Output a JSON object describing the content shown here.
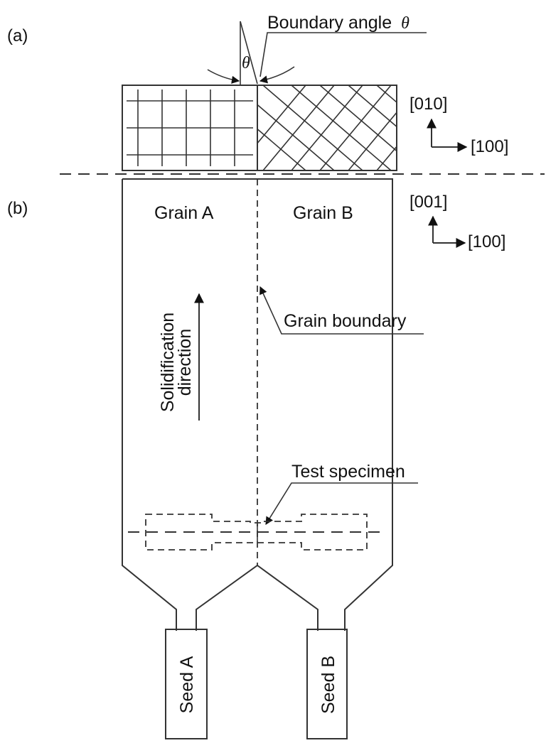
{
  "panels": {
    "a": "(a)",
    "b": "(b)"
  },
  "labels": {
    "boundary_angle": "Boundary angle",
    "theta": "θ",
    "theta_symbol": "θ",
    "grain_a": "Grain A",
    "grain_b": "Grain B",
    "grain_boundary": "Grain boundary",
    "solidification_line1": "Solidification",
    "solidification_line2": "direction",
    "test_specimen": "Test specimen",
    "seed_a": "Seed A",
    "seed_b": "Seed B"
  },
  "axes_top": {
    "vertical": "[010]",
    "horizontal": "[100]"
  },
  "axes_bottom": {
    "vertical": "[001]",
    "horizontal": "[100]"
  },
  "colors": {
    "line": "#333333",
    "text": "#111111",
    "background": "#ffffff"
  }
}
